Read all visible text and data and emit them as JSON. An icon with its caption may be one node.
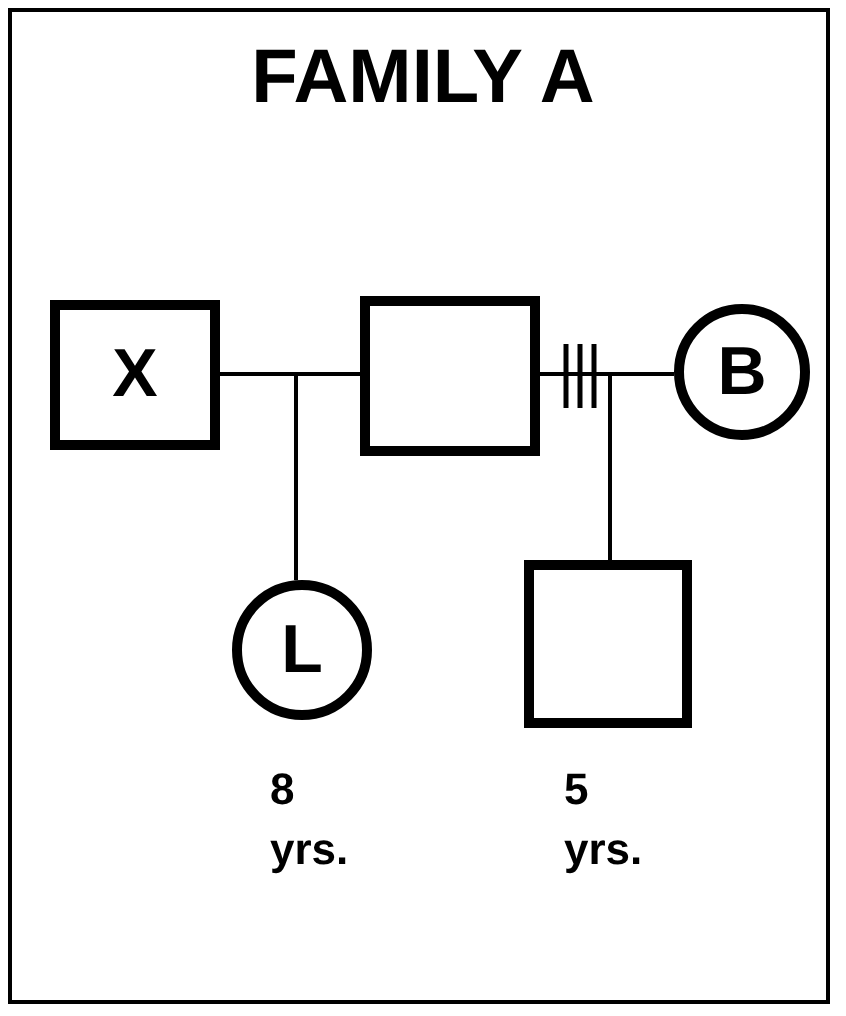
{
  "diagram": {
    "title": "FAMILY A",
    "nodes": [
      {
        "text": [
          "X"
        ]
      },
      {
        "text": [],
        "shape": "box"
      },
      {
        "text": [
          "B"
        ]
      },
      {
        "text": [
          "L"
        ],
        "beside": [
          "8 yrs."
        ]
      },
      {
        "text": [],
        "shape": "box",
        "beside": [
          "5 yrs."
        ]
      }
    ],
    "edges": [
      {
        "from": 0,
        "to": 1,
        "arrow": "none"
      },
      {
        "from": 1,
        "to": 2,
        "arrow": "none"
      },
      {
        "from": 0,
        "to": 3,
        "arrow": "none"
      },
      {
        "from": 1,
        "to": 3,
        "arrow": "none"
      },
      {
        "from": 1,
        "to": 4,
        "arrow": "none"
      },
      {
        "from": 2,
        "to": 4,
        "arrow": "none"
      }
    ]
  }
}
